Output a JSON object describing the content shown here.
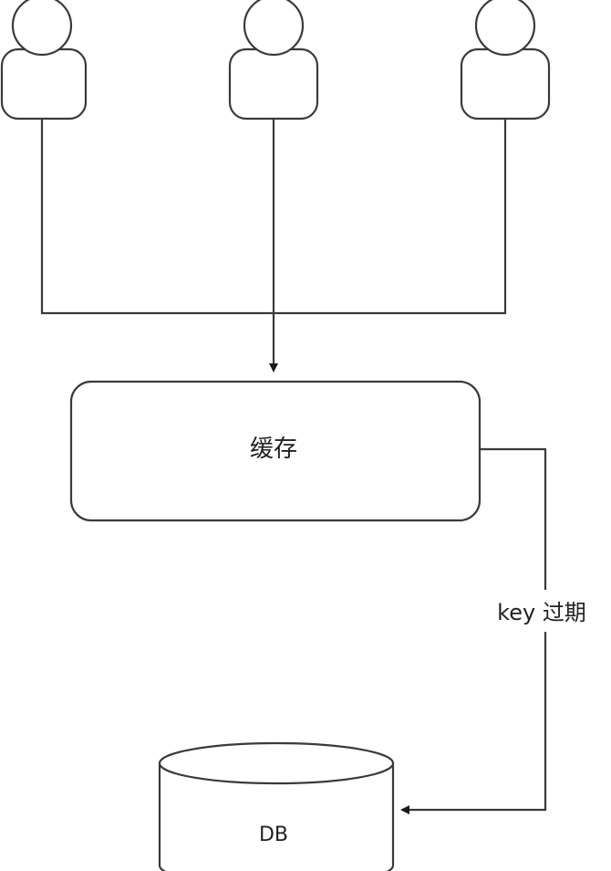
{
  "nodes": {
    "cache": {
      "label": "缓存"
    },
    "db": {
      "label": "DB"
    }
  },
  "edges": {
    "cache_to_db": {
      "label": "key 过期"
    }
  },
  "users": [
    {
      "icon": "user-icon"
    },
    {
      "icon": "user-icon"
    },
    {
      "icon": "user-icon"
    }
  ],
  "colors": {
    "stroke": "#3a3a3a",
    "background": "#ffffff"
  }
}
